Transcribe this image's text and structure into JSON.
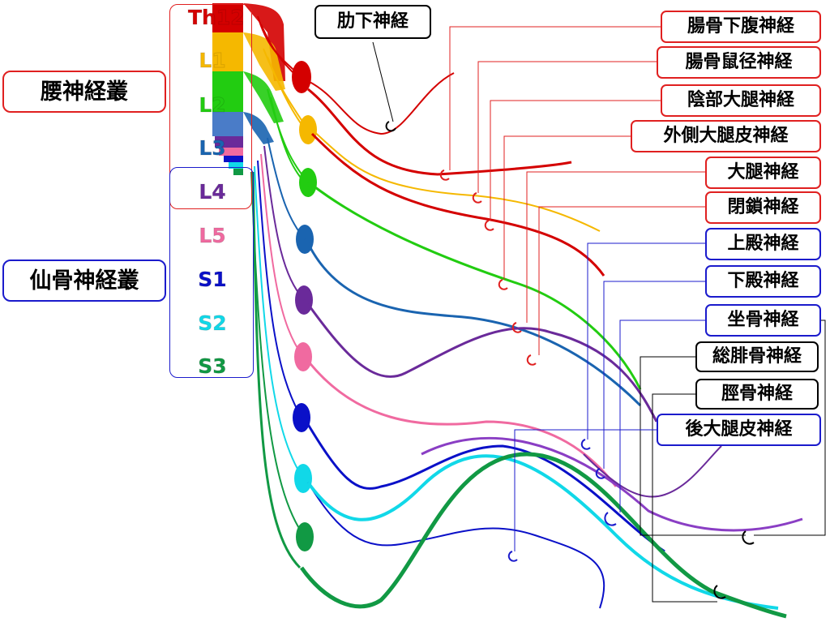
{
  "plexus": {
    "lumbar_label": "腰神経叢",
    "sacral_label": "仙骨神経叢"
  },
  "segments": [
    {
      "name": "Th12",
      "color": "#d40000"
    },
    {
      "name": "L1",
      "color": "#f5b800"
    },
    {
      "name": "L2",
      "color": "#22cc11"
    },
    {
      "name": "L3",
      "color": "#1a64b0"
    },
    {
      "name": "L4",
      "color": "#6a2a9a"
    },
    {
      "name": "L5",
      "color": "#f06aa0"
    },
    {
      "name": "S1",
      "color": "#0a10c8"
    },
    {
      "name": "S2",
      "color": "#11d8e8"
    },
    {
      "name": "S3",
      "color": "#119944"
    }
  ],
  "nerves": {
    "subcostal": "肋下神経",
    "iliohypogastric": "腸骨下腹神経",
    "ilioinguinal": "腸骨鼠径神経",
    "genitofemoral": "陰部大腿神経",
    "lateral_femoral_cutaneous": "外側大腿皮神経",
    "femoral": "大腿神経",
    "obturator": "閉鎖神経",
    "superior_gluteal": "上殿神経",
    "inferior_gluteal": "下殿神経",
    "sciatic": "坐骨神経",
    "common_peroneal": "総腓骨神経",
    "tibial": "脛骨神経",
    "posterior_femoral_cutaneous": "後大腿皮神経"
  },
  "colors": {
    "lumbar_accent": "#e02020",
    "sacral_accent": "#1b1bcc"
  }
}
